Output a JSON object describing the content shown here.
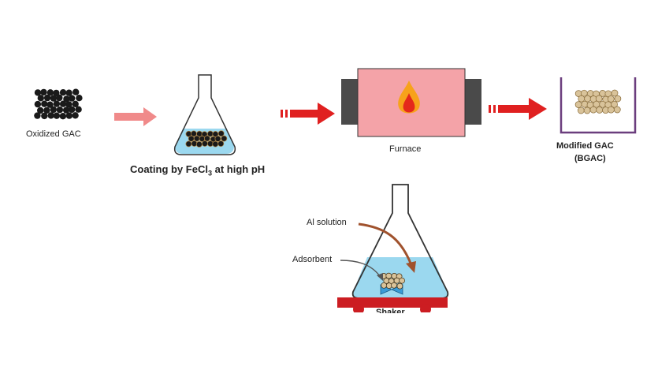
{
  "labels": {
    "oxidized_gac": "Oxidized GAC",
    "coating_prefix": "Coating by FeCl",
    "coating_sub": "3",
    "coating_suffix": " at high pH",
    "furnace": "Furnace",
    "modified_gac_line1": "Modified GAC",
    "modified_gac_line2": "(BGAC)",
    "al_solution": "Al solution",
    "adsorbent": "Adsorbent",
    "shaker": "Shaker"
  },
  "colors": {
    "dark_particle": "#1a1a1a",
    "tan_particle": "#d9c39a",
    "pink_arrow": "#f08a8a",
    "red_arrow": "#e02020",
    "furnace_body": "#f4a3a8",
    "furnace_end": "#4a4a4a",
    "flame_outer": "#f7a21b",
    "flame_inner": "#e4281b",
    "liquid": "#9bd8ef",
    "beaker_outline": "#6b3e7e",
    "shaker_red": "#cc1d22",
    "curve_arrow": "#a0522d"
  }
}
